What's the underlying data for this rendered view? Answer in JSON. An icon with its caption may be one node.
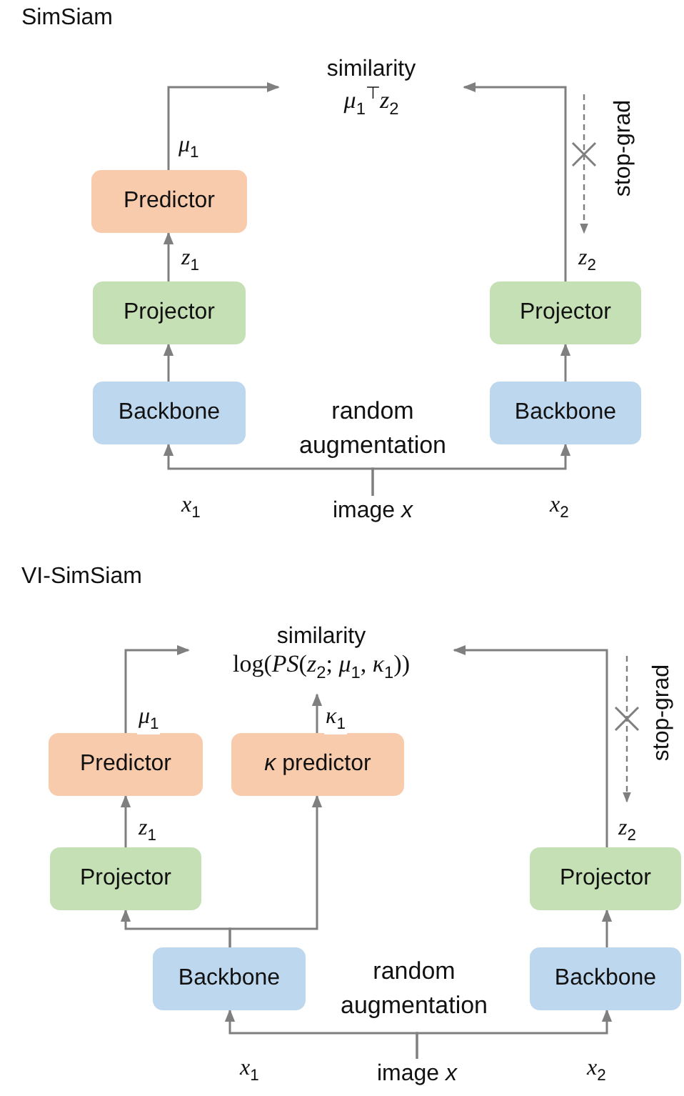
{
  "diagram": {
    "nodes": [
      {
        "text": [
          "similarity",
          "*μ*$_{1}$$^{⊤}$*z*$_{2}$"
        ]
      },
      {
        "text": [
          "Predictor"
        ]
      },
      {
        "text": [
          "Projector"
        ]
      },
      {
        "text": [
          "Backbone"
        ]
      },
      {
        "text": [
          "Projector"
        ]
      },
      {
        "text": [
          "Backbone"
        ]
      },
      {
        "text": [
          "image *x*"
        ]
      },
      {
        "text": [
          "similarity",
          "log(*PS*(*z*$_{2}$; *μ*$_{1}$, *κ*$_{1}$))"
        ]
      },
      {
        "text": [
          "Predictor"
        ]
      },
      {
        "text": [
          "*κ* predictor"
        ]
      },
      {
        "text": [
          "Projector"
        ]
      },
      {
        "text": [
          "Backbone"
        ]
      },
      {
        "text": [
          "Projector"
        ]
      },
      {
        "text": [
          "Backbone"
        ]
      },
      {
        "text": [
          "image *x*"
        ]
      }
    ],
    "edges": [
      {
        "from": 6,
        "to": 3,
        "arrow": "to",
        "label": "*x*$_{1}$"
      },
      {
        "from": 6,
        "to": 5,
        "arrow": "to",
        "label": "*x*$_{2}$"
      },
      {
        "from": 3,
        "to": 2,
        "arrow": "to"
      },
      {
        "from": 2,
        "to": 1,
        "arrow": "to",
        "label": "*z*$_{1}$"
      },
      {
        "from": 1,
        "to": 0,
        "arrow": "to",
        "label": "*μ*$_{1}$"
      },
      {
        "from": 5,
        "to": 4,
        "arrow": "to"
      },
      {
        "from": 4,
        "to": 0,
        "arrow": "to",
        "label": "*z*$_{2}$"
      },
      {
        "from": 14,
        "to": 11,
        "arrow": "to",
        "label": "*x*$_{1}$"
      },
      {
        "from": 14,
        "to": 13,
        "arrow": "to",
        "label": "*x*$_{2}$"
      },
      {
        "from": 11,
        "to": 10,
        "arrow": "to"
      },
      {
        "from": 11,
        "to": 9,
        "arrow": "to"
      },
      {
        "from": 10,
        "to": 8,
        "arrow": "to",
        "label": "*z*$_{1}$"
      },
      {
        "from": 8,
        "to": 7,
        "arrow": "to",
        "label": "*μ*$_{1}$"
      },
      {
        "from": 9,
        "to": 7,
        "arrow": "to",
        "label": "*κ*$_{1}$"
      },
      {
        "from": 13,
        "to": 12,
        "arrow": "to"
      },
      {
        "from": 12,
        "to": 7,
        "arrow": "to",
        "label": "*z*$_{2}$"
      }
    ],
    "labels": [
      "SimSiam",
      "random augmentation",
      "stop-grad",
      "VI-SimSiam",
      "random augmentation",
      "stop-grad"
    ]
  }
}
